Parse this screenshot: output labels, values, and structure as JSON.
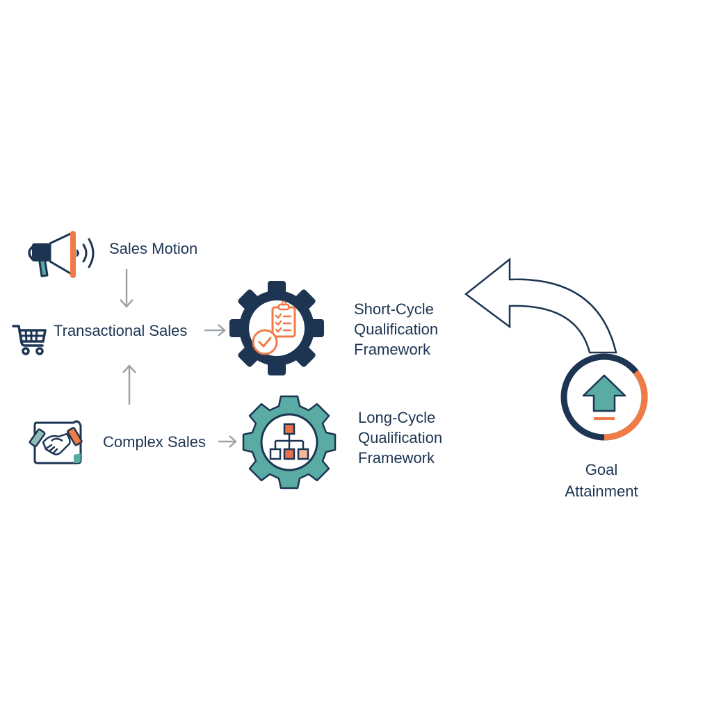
{
  "colors": {
    "navy": "#1d3553",
    "orange": "#f07b47",
    "teal": "#5aaba3",
    "gray_arrow": "#9ea3a8",
    "background": "#ffffff"
  },
  "nodes": {
    "sales_motion": {
      "label": "Sales Motion",
      "icon": "megaphone-icon"
    },
    "transactional_sales": {
      "label": "Transactional Sales",
      "icon": "shopping-cart-icon"
    },
    "complex_sales": {
      "label": "Complex Sales",
      "icon": "handshake-icon"
    },
    "short_cycle": {
      "lines": [
        "Short-Cycle",
        "Qualification",
        "Framework"
      ],
      "icon": "gear-checklist-icon"
    },
    "long_cycle": {
      "lines": [
        "Long-Cycle",
        "Qualification",
        "Framework"
      ],
      "icon": "gear-hierarchy-icon"
    },
    "goal_attainment": {
      "lines": [
        "Goal",
        "Attainment"
      ],
      "icon": "target-up-arrow-icon"
    }
  },
  "edges": [
    {
      "from": "sales_motion",
      "to": "transactional_sales",
      "direction": "down"
    },
    {
      "from": "complex_sales",
      "to": "transactional_sales",
      "direction": "up"
    },
    {
      "from": "transactional_sales",
      "to": "short_cycle",
      "direction": "right"
    },
    {
      "from": "complex_sales",
      "to": "long_cycle",
      "direction": "right"
    },
    {
      "from": "goal_attainment",
      "to": "short_cycle",
      "direction": "curved-left",
      "style": "outlined-block-arrow"
    }
  ]
}
